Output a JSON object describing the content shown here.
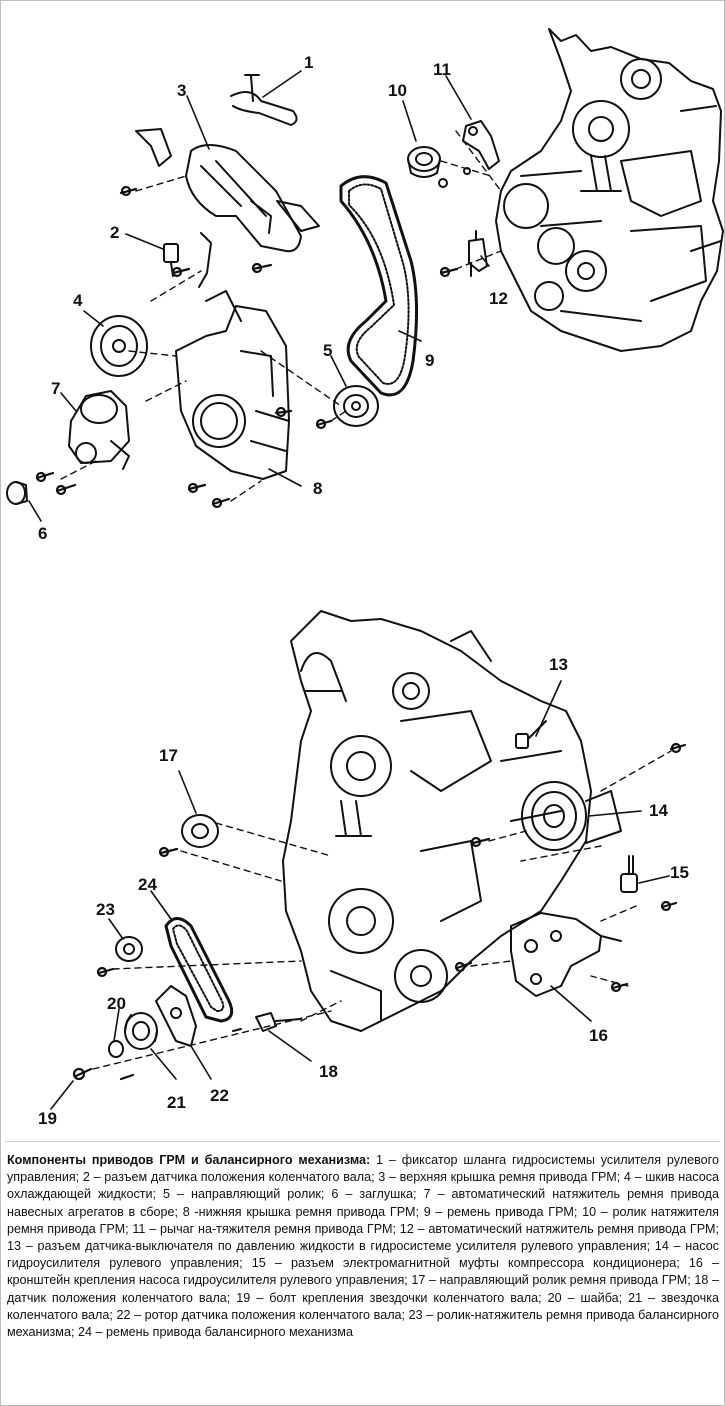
{
  "diagram": {
    "callouts": [
      "1",
      "2",
      "3",
      "4",
      "5",
      "6",
      "7",
      "8",
      "9",
      "10",
      "11",
      "12",
      "13",
      "14",
      "15",
      "16",
      "17",
      "18",
      "19",
      "20",
      "21",
      "22",
      "23",
      "24"
    ]
  },
  "caption": {
    "title": "Компоненты приводов ГРМ и балансирного механизма:",
    "text": " 1 – фиксатор шланга гидросистемы усилителя рулевого управления; 2 – разъем датчика положения коленчатого вала; 3 – верхняя крышка ремня привода ГРМ; 4 – шкив насоса охлаждающей жидкости; 5 – направляющий ролик; 6 – заглушка; 7 – автоматический натяжитель ремня привода навесных агрегатов в сборе; 8 -нижняя крышка ремня привода ГРМ; 9 – ремень привода ГРМ; 10 – ролик натяжителя ремня привода ГРМ; 11 – рычаг на-тяжителя ремня привода ГРМ; 12 – автоматический натяжитель ремня привода ГРМ; 13 – разъем датчика-выключателя по давлению жидкости в гидросистеме усилителя рулевого управления; 14 – насос гидроусилителя рулевого управления; 15 – разъем электромагнитной муфты компрессора кондиционера; 16 – кронштейн крепления насоса гидроусилителя рулевого управления; 17 – направляющий ролик ремня привода ГРМ; 18 – датчик положения коленчатого вала; 19 – болт крепления звездочки коленчатого вала; 20 – шайба; 21 – звездочка коленчатого вала; 22 – ротор датчика положения коленчатого вала; 23 – ролик-натяжитель ремня привода балансирного механизма; 24 – ремень привода балансирного механизма"
  }
}
